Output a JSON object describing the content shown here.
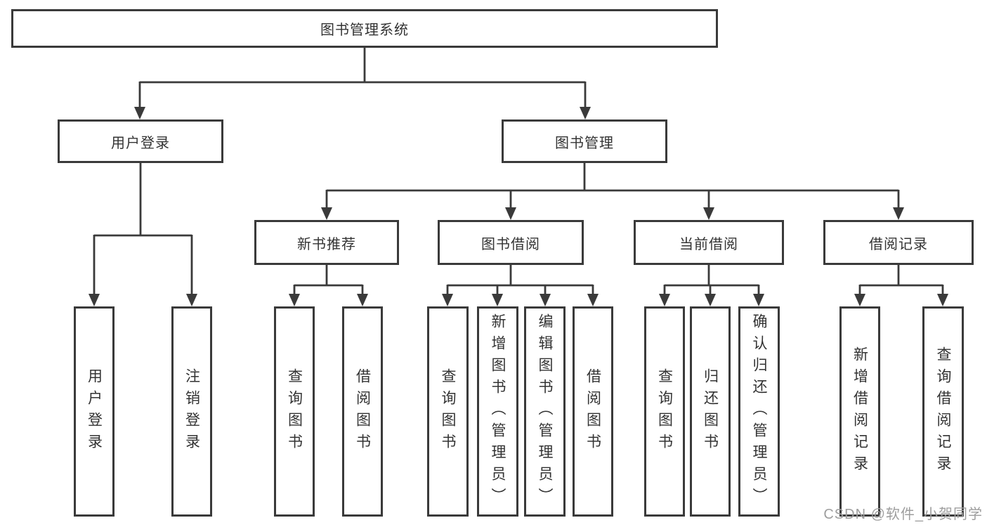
{
  "diagram": {
    "root": {
      "label": "图书管理系统"
    },
    "branches": [
      {
        "label": "用户登录",
        "children": [
          {
            "label": "用户登录"
          },
          {
            "label": "注销登录"
          }
        ]
      },
      {
        "label": "图书管理",
        "children": [
          {
            "label": "新书推荐",
            "children": [
              {
                "label": "查询图书"
              },
              {
                "label": "借阅图书"
              }
            ]
          },
          {
            "label": "图书借阅",
            "children": [
              {
                "label": "查询图书"
              },
              {
                "label": "新增图书（管理员）"
              },
              {
                "label": "编辑图书（管理员）"
              },
              {
                "label": "借阅图书"
              }
            ]
          },
          {
            "label": "当前借阅",
            "children": [
              {
                "label": "查询图书"
              },
              {
                "label": "归还图书"
              },
              {
                "label": "确认归还（管理员）"
              }
            ]
          },
          {
            "label": "借阅记录",
            "children": [
              {
                "label": "新增借阅记录"
              },
              {
                "label": "查询借阅记录"
              }
            ]
          }
        ]
      }
    ]
  },
  "watermark": {
    "text": "CSDN @软件_小贺同学"
  },
  "colors": {
    "line": "#3a3a3a",
    "text": "#333333",
    "background": "#ffffff",
    "watermark": "#9e9e9e"
  }
}
